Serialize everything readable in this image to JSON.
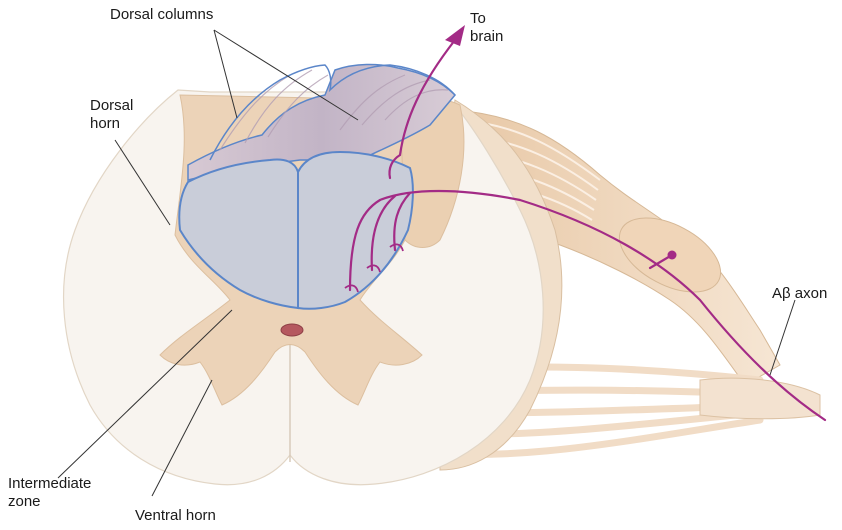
{
  "labels": {
    "dorsal_columns": "Dorsal columns",
    "to_brain_line1": "To",
    "to_brain_line2": "brain",
    "dorsal_horn_line1": "Dorsal",
    "dorsal_horn_line2": "horn",
    "abeta_axon": "Aβ axon",
    "intermediate_zone_line1": "Intermediate",
    "intermediate_zone_line2": "zone",
    "ventral_horn": "Ventral horn"
  },
  "colors": {
    "white_matter": "#f6f1ea",
    "gray_matter": "#ecd3b8",
    "dorsal_column_fill": "#c9cdd9",
    "dorsal_column_stroke": "#5b86c9",
    "nerve_root": "#f0d9bf",
    "axon": "#a32b86",
    "canal": "#b5585f",
    "leader_line": "#333333"
  }
}
